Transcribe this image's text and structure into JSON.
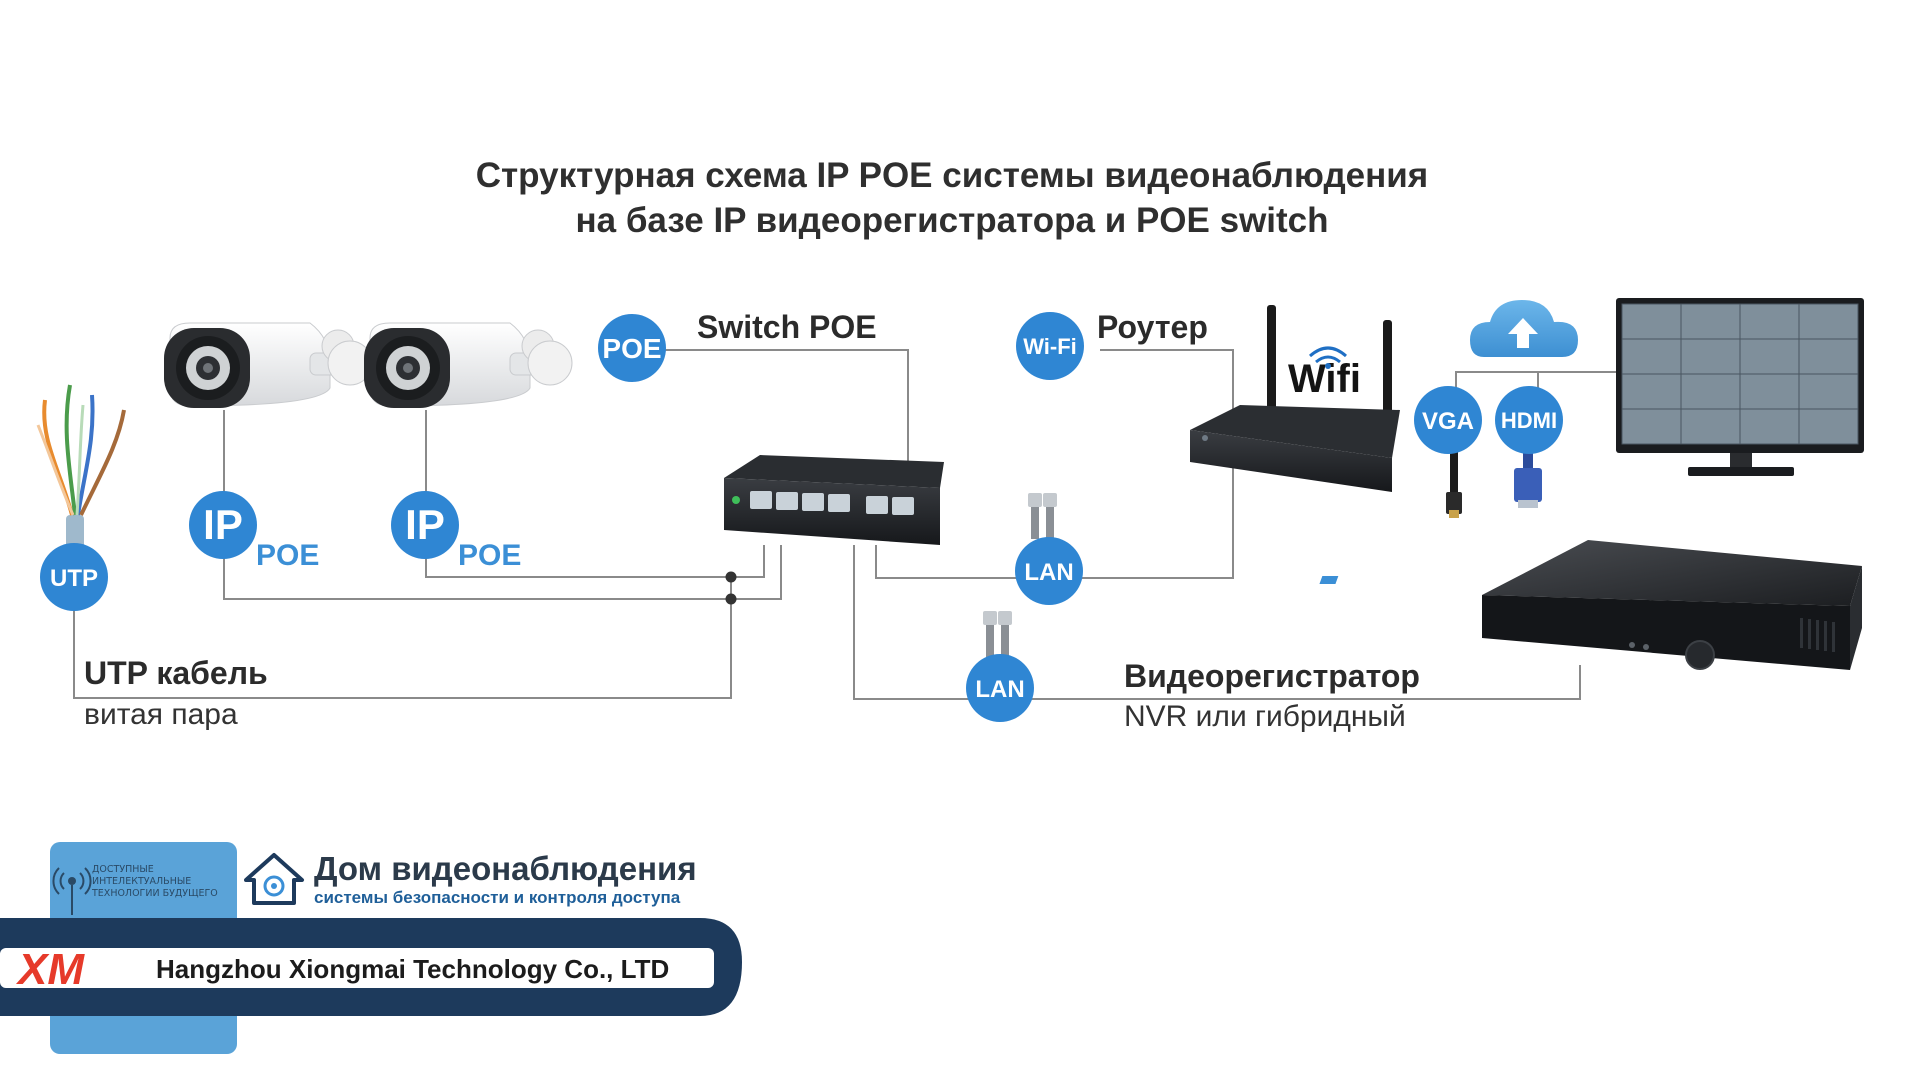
{
  "title": {
    "line1": "Структурная схема IP POE системы видеонаблюдения",
    "line2": "на базе IP видеорегистратора и POE switch"
  },
  "labels": {
    "switch_poe": "Switch POE",
    "router": "Роутер",
    "wifi": "Wifi",
    "utp_cable": "UTP кабель",
    "twisted_pair": "витая пара",
    "recorder": "Видеорегистратор",
    "recorder_sub": "NVR или гибридный"
  },
  "badges": {
    "poe": "POE",
    "wifi": "Wi-Fi",
    "utp": "UTP",
    "ip": "IP",
    "ip_sub": "POE",
    "lan": "LAN",
    "vga": "VGA",
    "hdmi": "HDMI"
  },
  "footer": {
    "tiny_line1": "ДОСТУПНЫЕ",
    "tiny_line2": "ИНТЕЛЕКТУАЛЬНЫЕ",
    "tiny_line3": "ТЕХНОЛОГИИ БУДУЩЕГО",
    "brand": "Дом видеонаблюдения",
    "tagline": "системы безопасности и контроля доступа",
    "company": "Hangzhou Xiongmai Technology Co., LTD",
    "logo_text": "XM"
  },
  "colors": {
    "badge_blue": "#2f86d3",
    "accent_blue": "#3b8fd6",
    "navy": "#1d3a5c",
    "light_blue": "#5aa3d8",
    "wire": "#8a8a8a"
  },
  "icons": [
    "cloud-upload-icon",
    "home-icon",
    "antenna-icon"
  ]
}
